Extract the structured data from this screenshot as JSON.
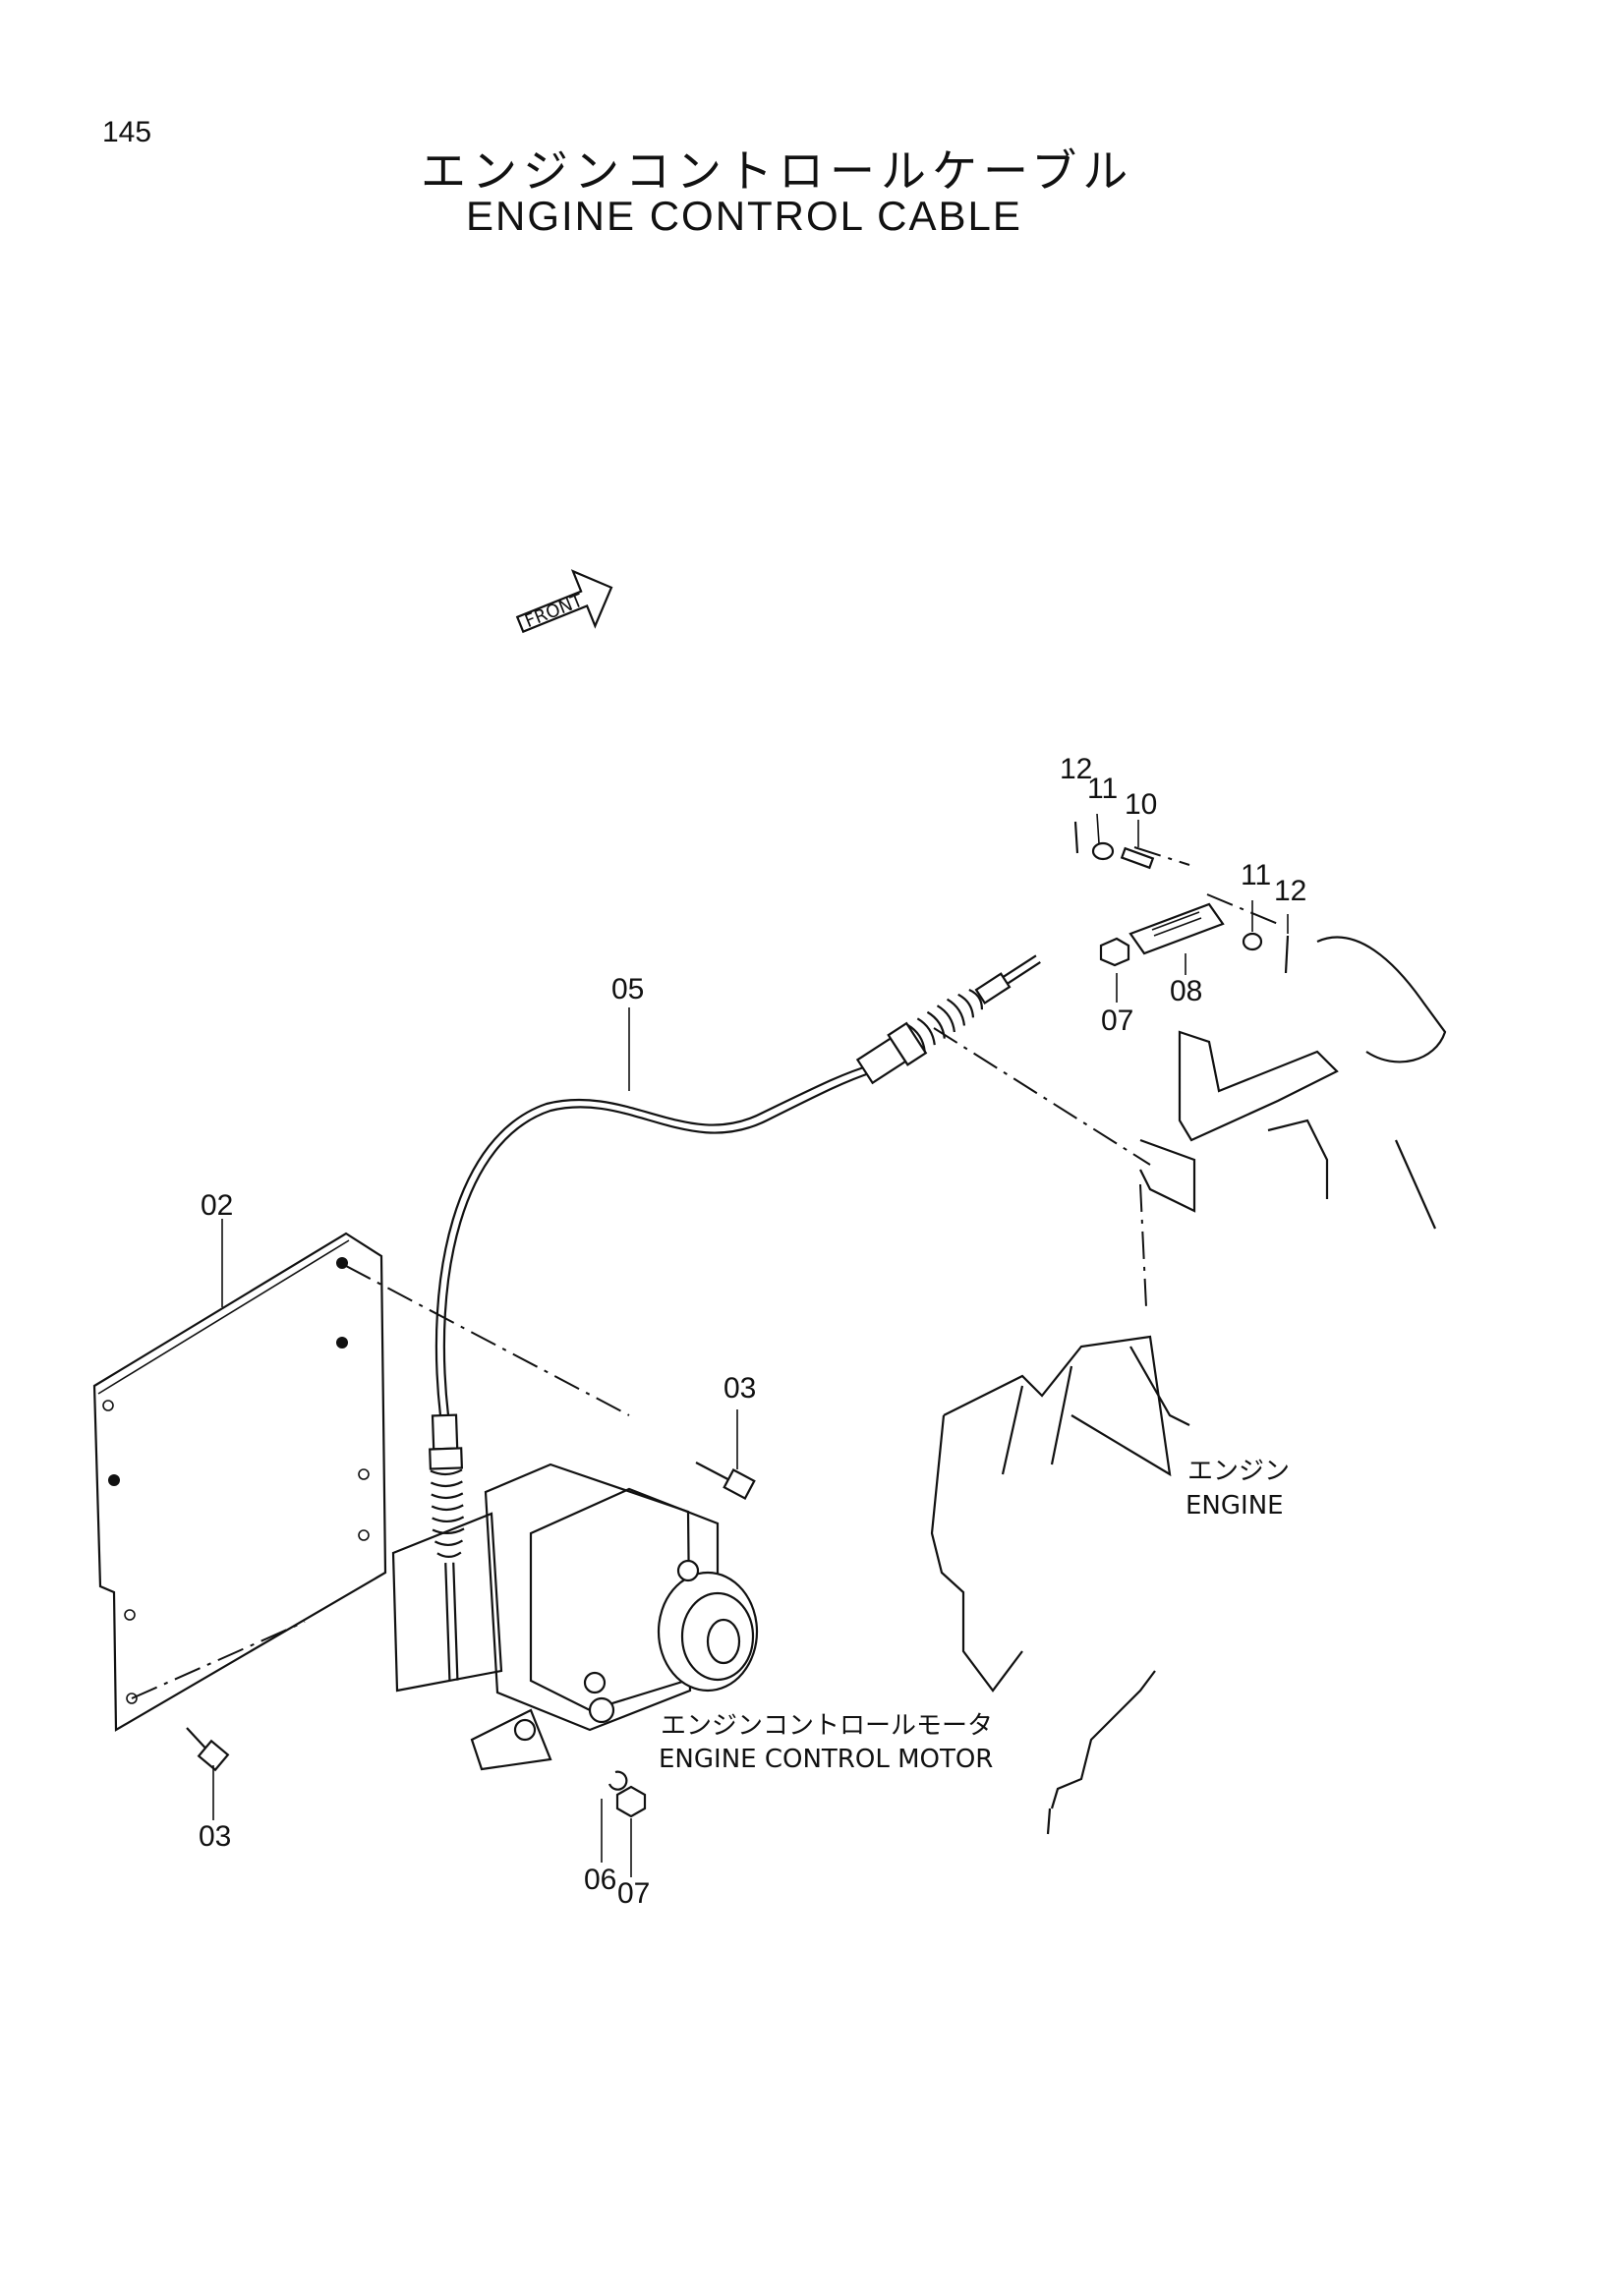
{
  "page": {
    "number": "145"
  },
  "title": {
    "jp": "エンジンコントロールケーブル",
    "en": "ENGINE CONTROL CABLE"
  },
  "front_marker": {
    "label": "FRONT"
  },
  "callouts": [
    "02",
    "03",
    "03",
    "05",
    "06",
    "07",
    "07",
    "08",
    "10",
    "11",
    "11",
    "12",
    "12"
  ],
  "labels": {
    "engine_jp": "エンジン",
    "engine_en": "ENGINE",
    "motor_jp": "エンジンコントロールモータ",
    "motor_en": "ENGINE CONTROL MOTOR"
  }
}
